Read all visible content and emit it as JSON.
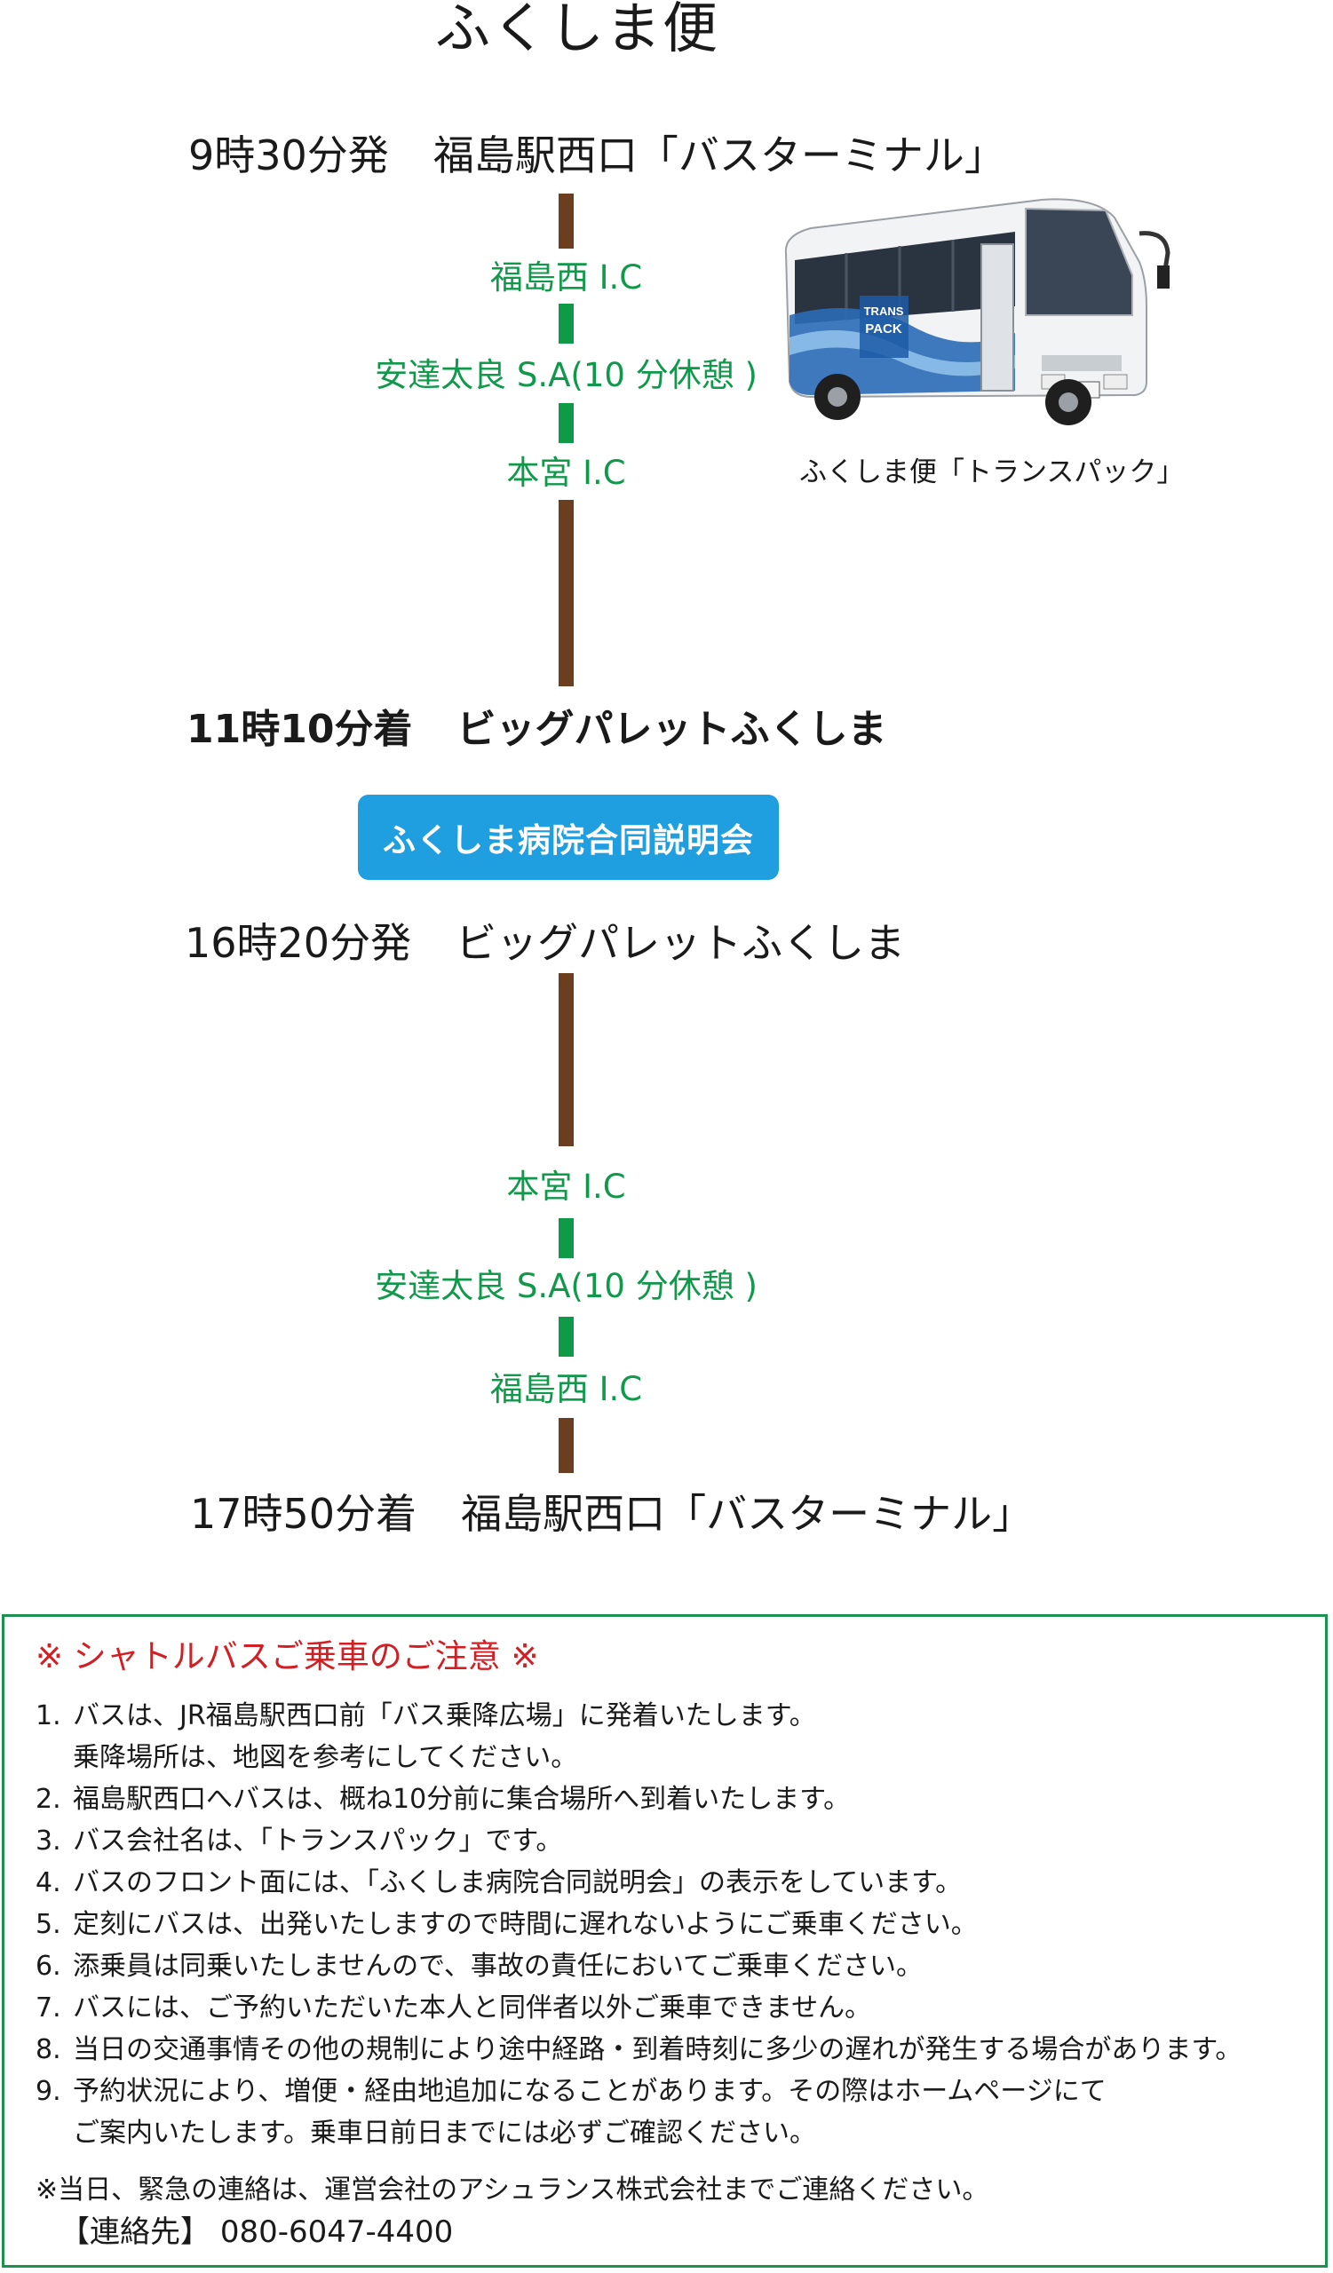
{
  "title": "ふくしま便",
  "outbound": {
    "depart": {
      "time": "9時30分発",
      "place": "福島駅西口「バスターミナル」"
    },
    "stops": [
      "福島西 I.C",
      "安達太良 S.A(10 分休憩 )",
      "本宮 I.C"
    ],
    "arrive": {
      "time": "11時10分着",
      "place": "ビッグパレットふくしま"
    }
  },
  "event": {
    "label": "ふくしま病院合同説明会",
    "color": "#1f9ee0"
  },
  "return": {
    "depart": {
      "time": "16時20分発",
      "place": "ビッグパレットふくしま"
    },
    "stops": [
      "本宮 I.C",
      "安達太良 S.A(10 分休憩 )",
      "福島西 I.C"
    ],
    "arrive": {
      "time": "17時50分着",
      "place": "福島駅西口「バスターミナル」"
    }
  },
  "bus": {
    "caption": "ふくしま便「トランスパック」",
    "decal_line1": "TRANS",
    "decal_line2": "PACK"
  },
  "colors": {
    "route_line": "#6b3e1f",
    "route_stop": "#0f9a48",
    "notes_border": "#1d9150",
    "notes_heading": "#d21f24"
  },
  "notes": {
    "heading": "※ シャトルバスご乗車のご注意 ※",
    "items": [
      {
        "num": "1.",
        "text": "バスは、JR福島駅西口前「バス乗降広場」に発着いたします。"
      },
      {
        "num": "",
        "text": "乗降場所は、地図を参考にしてください。"
      },
      {
        "num": "2.",
        "text": "福島駅西口へバスは、概ね10分前に集合場所へ到着いたします。"
      },
      {
        "num": "3.",
        "text": "バス会社名は、「トランスパック」です。"
      },
      {
        "num": "4.",
        "text": "バスのフロント面には、「ふくしま病院合同説明会」の表示をしています。"
      },
      {
        "num": "5.",
        "text": "定刻にバスは、出発いたしますので時間に遅れないようにご乗車ください。"
      },
      {
        "num": "6.",
        "text": "添乗員は同乗いたしませんので、事故の責任においてご乗車ください。"
      },
      {
        "num": "7.",
        "text": "バスには、ご予約いただいた本人と同伴者以外ご乗車できません。"
      },
      {
        "num": "8.",
        "text": "当日の交通事情その他の規制により途中経路・到着時刻に多少の遅れが発生する場合があります。"
      },
      {
        "num": "9.",
        "text": "予約状況により、増便・経由地追加になることがあります。その際はホームページにて"
      },
      {
        "num": "",
        "text": "ご案内いたします。乗車日前日までには必ずご確認ください。"
      }
    ],
    "footer": "※当日、緊急の連絡は、運営会社のアシュランス株式会社までご連絡ください。",
    "contact_label": "【連絡先】",
    "contact_phone": "080-6047-4400"
  }
}
